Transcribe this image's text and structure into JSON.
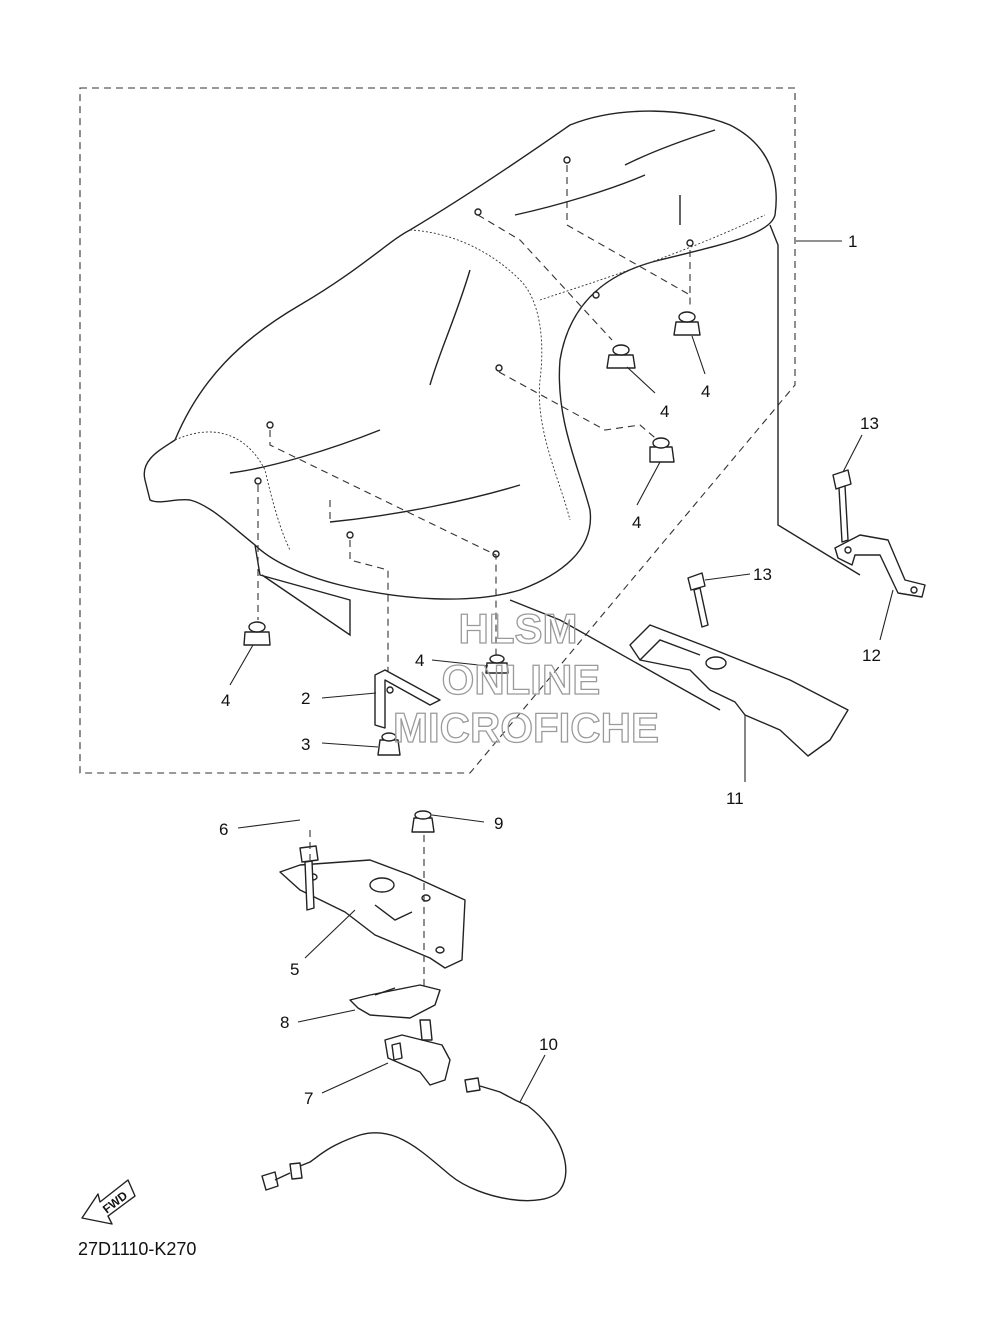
{
  "callouts": {
    "c1": "1",
    "c2": "2",
    "c3": "3",
    "c4a": "4",
    "c4b": "4",
    "c4c": "4",
    "c4d": "4",
    "c4e": "4",
    "c5": "5",
    "c6": "6",
    "c7": "7",
    "c8": "8",
    "c9": "9",
    "c10": "10",
    "c11": "11",
    "c12": "12",
    "c13a": "13",
    "c13b": "13"
  },
  "drawing_code": "27D1110-K270",
  "fwd_label": "FWD",
  "watermark": {
    "line1": "HLSM",
    "line2": "ONLINE",
    "line3": "MICROFICHE"
  },
  "colors": {
    "line": "#222222",
    "watermark": "#9a9a9a",
    "background": "#ffffff"
  }
}
